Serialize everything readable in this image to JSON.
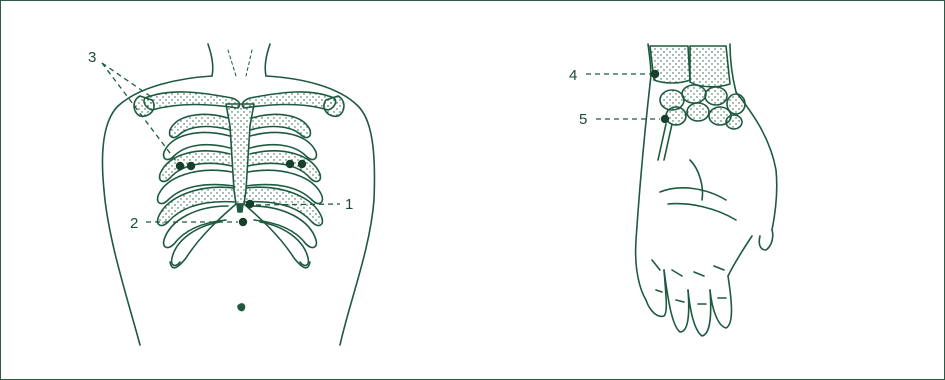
{
  "figure": {
    "ink_color": "#1e5a3f",
    "dot_color": "#163f2c",
    "labels": [
      {
        "id": "1",
        "text": "1"
      },
      {
        "id": "2",
        "text": "2"
      },
      {
        "id": "3",
        "text": "3"
      },
      {
        "id": "4",
        "text": "4"
      },
      {
        "id": "5",
        "text": "5"
      }
    ]
  }
}
